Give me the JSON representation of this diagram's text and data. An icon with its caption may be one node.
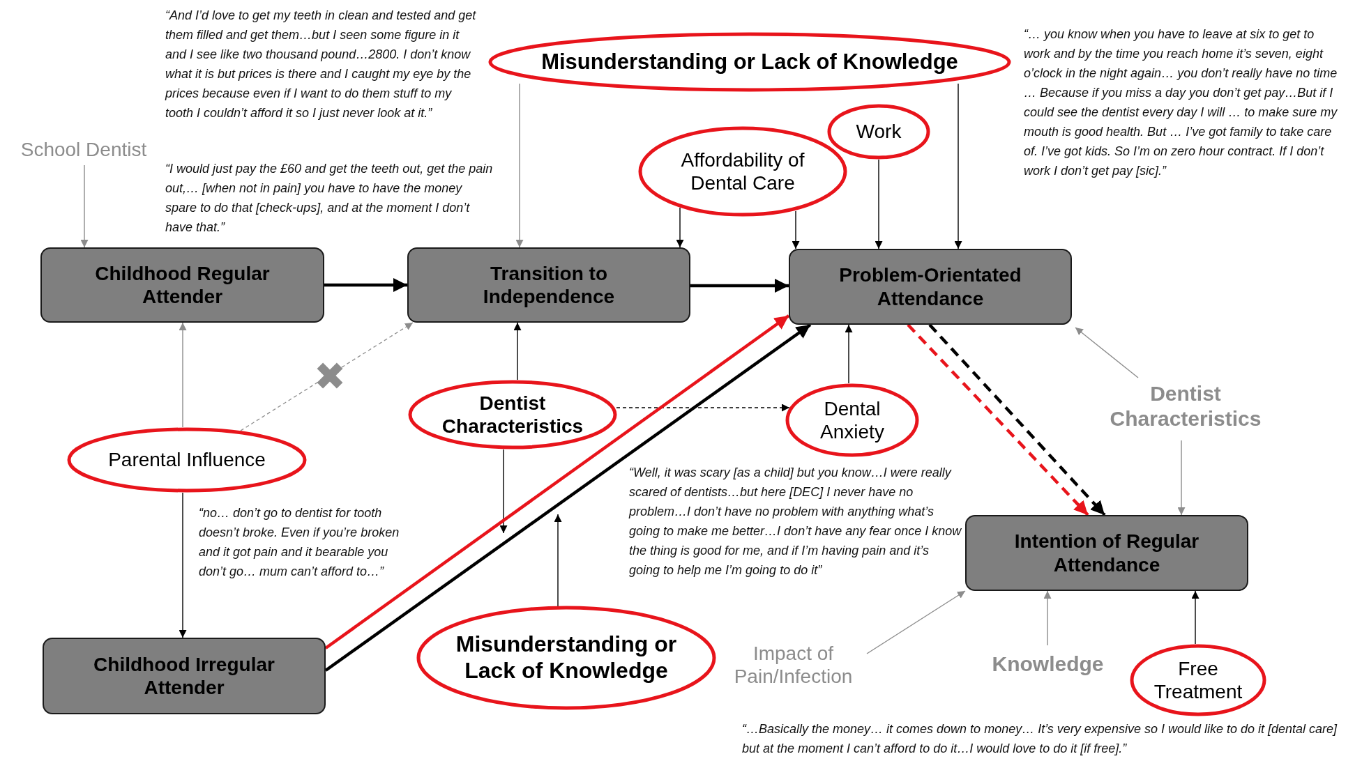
{
  "diagram": {
    "nodes": [
      {
        "text": [
          "School Dentist"
        ]
      },
      {
        "text": [
          "Misunderstanding or Lack of Knowledge"
        ]
      },
      {
        "text": [
          "Affordability of Dental Care"
        ]
      },
      {
        "text": [
          "Work"
        ]
      },
      {
        "text": [
          "Childhood Regular Attender"
        ]
      },
      {
        "text": [
          "Transition to Independence"
        ]
      },
      {
        "text": [
          "Problem-Orientated Attendance"
        ]
      },
      {
        "text": [
          "Dentist Characteristics"
        ]
      },
      {
        "text": [
          "Parental Influence"
        ]
      },
      {
        "text": [
          "Dentist Characteristics"
        ]
      },
      {
        "text": [
          "Dental Anxiety"
        ]
      },
      {
        "text": [
          "Intention of Regular Attendance"
        ]
      },
      {
        "text": [
          "Childhood Irregular Attender"
        ]
      },
      {
        "text": [
          "Misunderstanding or Lack of Knowledge"
        ]
      },
      {
        "text": [
          "Impact of Pain/Infection"
        ]
      },
      {
        "text": [
          "Knowledge"
        ]
      },
      {
        "text": [
          "Free Treatment"
        ]
      }
    ],
    "edges": [
      {
        "from": 0,
        "to": 4,
        "arrow": "to",
        "color": "#8c8c8c"
      },
      {
        "from": 1,
        "to": 5,
        "arrow": "to",
        "color": "#8c8c8c"
      },
      {
        "from": 1,
        "to": 6,
        "arrow": "to"
      },
      {
        "from": 2,
        "to": 5,
        "arrow": "to"
      },
      {
        "from": 2,
        "to": 6,
        "arrow": "to"
      },
      {
        "from": 3,
        "to": 6,
        "arrow": "to"
      },
      {
        "from": 4,
        "to": 5,
        "arrow": "to",
        "style": "thick"
      },
      {
        "from": 5,
        "to": 6,
        "arrow": "to",
        "style": "thick"
      },
      {
        "from": 8,
        "to": 4,
        "arrow": "to",
        "color": "#8c8c8c"
      },
      {
        "from": 8,
        "to": 5,
        "arrow": "to",
        "style": "dashed",
        "color": "#8c8c8c"
      },
      {
        "from": 8,
        "to": 12,
        "arrow": "to"
      },
      {
        "from": 9,
        "to": 5,
        "arrow": "to"
      },
      {
        "from": 9,
        "to": 10,
        "arrow": "to",
        "style": "dashed"
      },
      {
        "from": 9,
        "to": null,
        "arrow": "to"
      },
      {
        "from": 13,
        "to": null,
        "arrow": "to"
      },
      {
        "from": 12,
        "to": 6,
        "arrow": "to",
        "style": "thick",
        "color": "#e8141b"
      },
      {
        "from": 12,
        "to": 6,
        "arrow": "to",
        "style": "thick"
      },
      {
        "from": 10,
        "to": 6,
        "arrow": "to"
      },
      {
        "from": 7,
        "to": 6,
        "arrow": "to",
        "color": "#8c8c8c"
      },
      {
        "from": 6,
        "to": 11,
        "arrow": "to",
        "style": "dashed"
      },
      {
        "from": 6,
        "to": 11,
        "arrow": "to",
        "style": "dashed",
        "color": "#e8141b"
      },
      {
        "from": 7,
        "to": 11,
        "arrow": "to",
        "color": "#8c8c8c"
      },
      {
        "from": 14,
        "to": 11,
        "arrow": "to",
        "color": "#8c8c8c"
      },
      {
        "from": 15,
        "to": 11,
        "arrow": "to",
        "color": "#8c8c8c"
      },
      {
        "from": 16,
        "to": 11,
        "arrow": "to"
      }
    ],
    "labels": [
      "“And I’d love to get my teeth in clean and tested and get them filled and get them…but I seen some figure in it and I see like two thousand pound…2800. I don’t know what it is but prices is there and I caught my eye by the prices because even if I want to do them stuff to my tooth I couldn’t afford it so I just never look at it.”",
      "“I would just pay the £60 and get the teeth out, get the pain out,… [when not in pain] you have to have the money spare to do that [check-ups], and at the moment I don’t have that.”",
      "“… you know when you have to leave at six to get to work and by the time you reach home it’s seven, eight o’clock in the night again… you don’t really have no time … Because if you miss a day you don’t get pay…But if I could see the dentist every day I will … to make sure my mouth is good health. But … I’ve got family to take care of. I’ve got kids. So I’m on zero hour contract. If I don’t work I don’t get pay [sic].”",
      "“no… don’t go to dentist for tooth doesn’t broke. Even if you’re broken and it got pain and it bearable you don’t go… mum can’t afford to…”",
      "“Well, it was scary [as a child] but you know…I were really scared of dentists…but here [DEC] I never have no problem…I don’t have no problem with anything what’s going to make me better…I don’t have any fear once I know the thing is good for me, and if I’m having pain and it’s going to help me I’m going to do it”",
      "“…Basically the money… it comes down to money… It’s very expensive so I would like to do it [dental care] but at the moment I can’t afford to do it…I would love to do it [if free].”"
    ]
  }
}
